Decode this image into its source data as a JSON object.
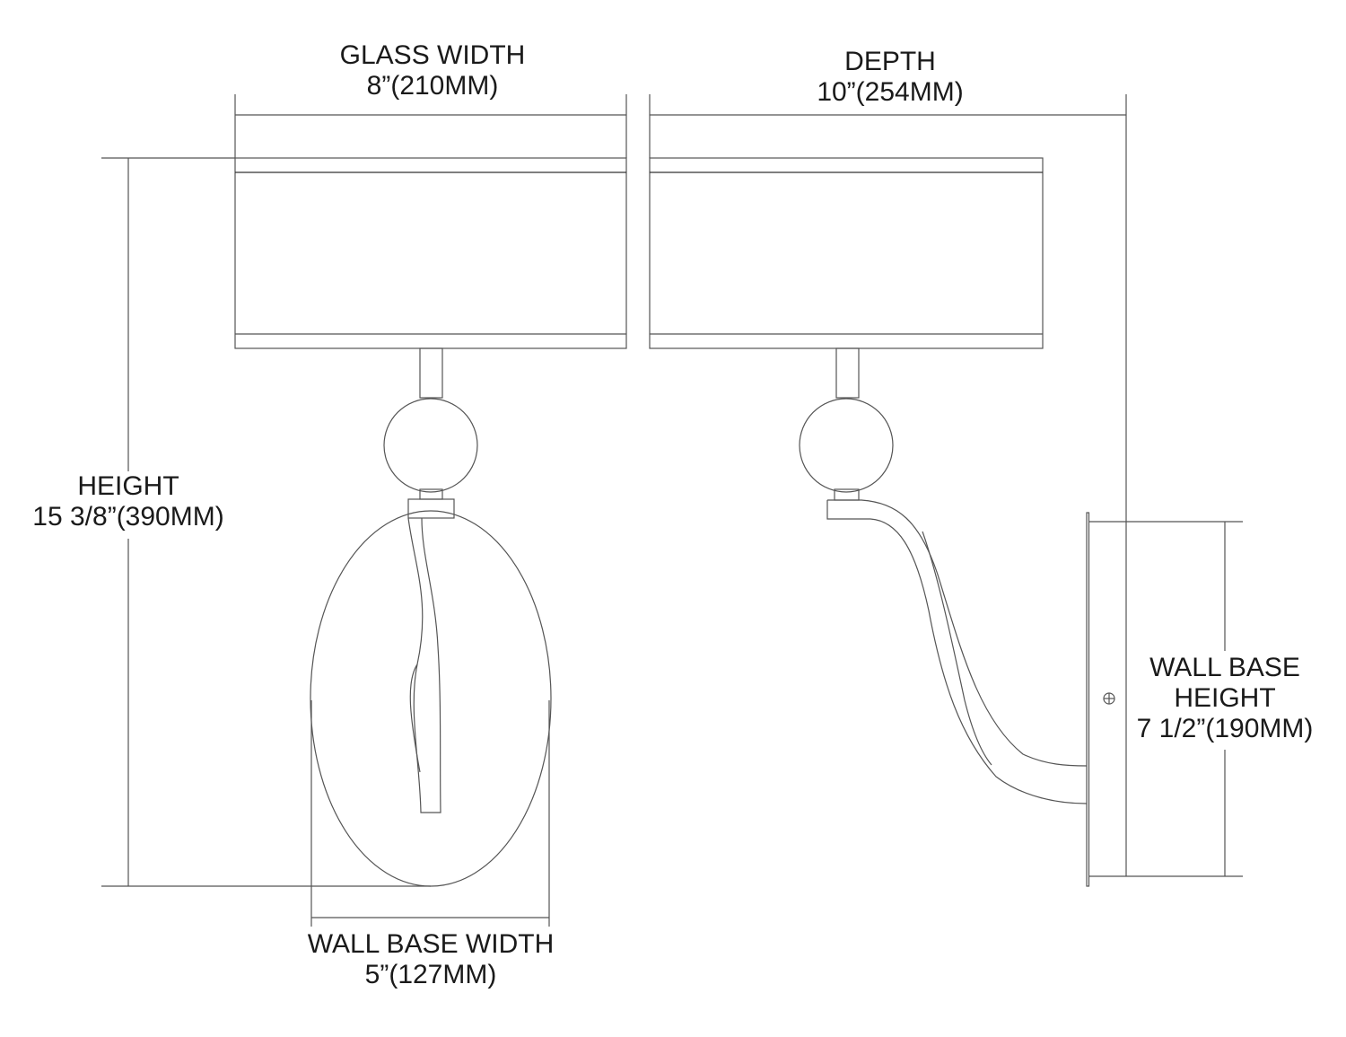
{
  "dimensions": {
    "glass_width": {
      "label": "GLASS WIDTH",
      "value": "8”(210MM)"
    },
    "depth": {
      "label": "DEPTH",
      "value": "10”(254MM)"
    },
    "height": {
      "label": "HEIGHT",
      "value": "15 3/8”(390MM)"
    },
    "wall_base_width": {
      "label": "WALL BASE WIDTH",
      "value": "5”(127MM)"
    },
    "wall_base_height": {
      "label_line1": "WALL BASE",
      "label_line2": "HEIGHT",
      "value": "7 1/2”(190MM)"
    }
  },
  "colors": {
    "line": "#555555",
    "text": "#1a1a1a"
  }
}
